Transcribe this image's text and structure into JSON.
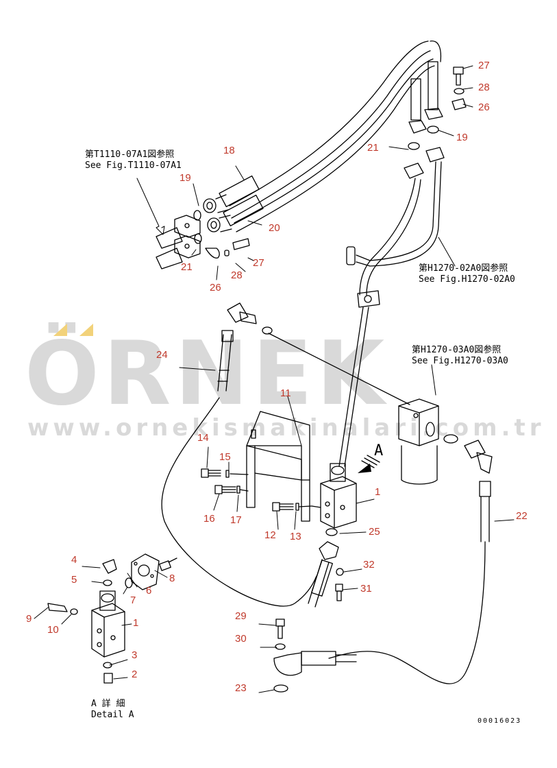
{
  "watermark": {
    "text": "ÖRNEK",
    "url": "www.ornekismakinalari.com.tr"
  },
  "references": [
    {
      "jp": "第T1110-07A1図参照",
      "en": "See Fig.T1110-07A1"
    },
    {
      "jp": "第H1270-02A0図参照",
      "en": "See Fig.H1270-02A0"
    },
    {
      "jp": "第H1270-03A0図参照",
      "en": "See Fig.H1270-03A0"
    }
  ],
  "detail": {
    "jp": "A 詳 細",
    "en": "Detail A",
    "view_letter": "A"
  },
  "drawing_number": "00016023",
  "part_labels": [
    "27",
    "28",
    "26",
    "19",
    "21",
    "18",
    "19",
    "20",
    "21",
    "26",
    "28",
    "27",
    "24",
    "11",
    "14",
    "15",
    "16",
    "17",
    "12",
    "13",
    "1",
    "25",
    "22",
    "32",
    "31",
    "4",
    "5",
    "6",
    "8",
    "7",
    "9",
    "10",
    "1",
    "3",
    "2",
    "29",
    "30",
    "23"
  ],
  "colors": {
    "label": "#c0392b",
    "line": "#000000",
    "watermark": "#d9d9d9",
    "watermark_accent": "#f2d27a"
  }
}
